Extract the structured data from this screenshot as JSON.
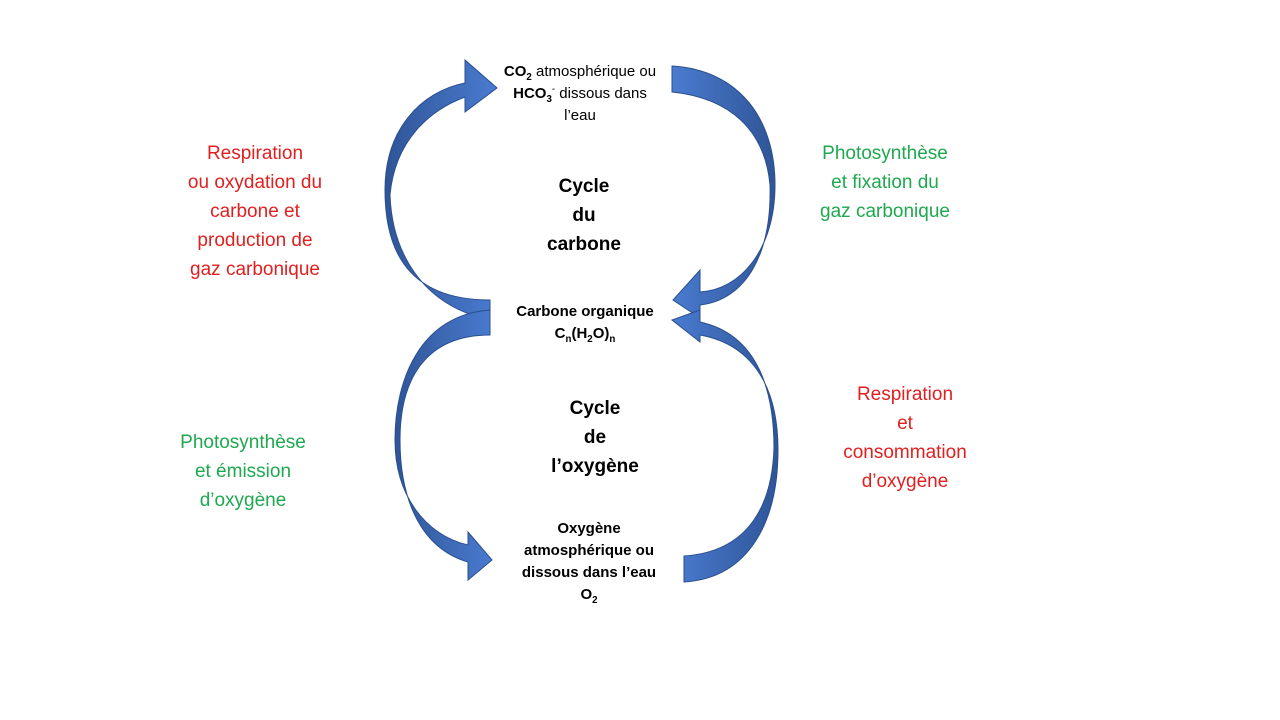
{
  "nodes": {
    "top": {
      "co2": "CO",
      "co2_sub": "2",
      "line1_rest": " atmosphérique ou",
      "hco3": "HCO",
      "hco3_sub": "3",
      "hco3_sup": "-",
      "line2_rest": " dissous dans",
      "line3": "l’eau"
    },
    "middle": {
      "line1": "Carbone organique",
      "c": "C",
      "n1": "n",
      "h2o_open": "(H",
      "h2o_sub": "2",
      "h2o_close": "O)",
      "n2": "n"
    },
    "bottom": {
      "line1": "Oxygène",
      "line2": "atmosphérique ou",
      "line3": "dissous dans l’eau",
      "o2": "O",
      "o2_sub": "2"
    }
  },
  "cycles": {
    "carbon": [
      "Cycle",
      "du",
      "carbone"
    ],
    "oxygen": [
      "Cycle",
      "de",
      "l’oxygène"
    ]
  },
  "processes": {
    "top_left": [
      "Respiration",
      "ou oxydation du",
      "carbone et",
      "production de",
      "gaz carbonique"
    ],
    "top_right": [
      "Photosynthèse",
      "et fixation du",
      "gaz carbonique"
    ],
    "bottom_left": [
      "Photosynthèse",
      "et émission",
      "d’oxygène"
    ],
    "bottom_right": [
      "Respiration",
      "et",
      "consommation",
      "d’oxygène"
    ]
  },
  "colors": {
    "respiration": "#e02020",
    "photosynthesis": "#1fa84f",
    "arrow_light": "#4472c4",
    "arrow_dark": "#2f5597"
  }
}
